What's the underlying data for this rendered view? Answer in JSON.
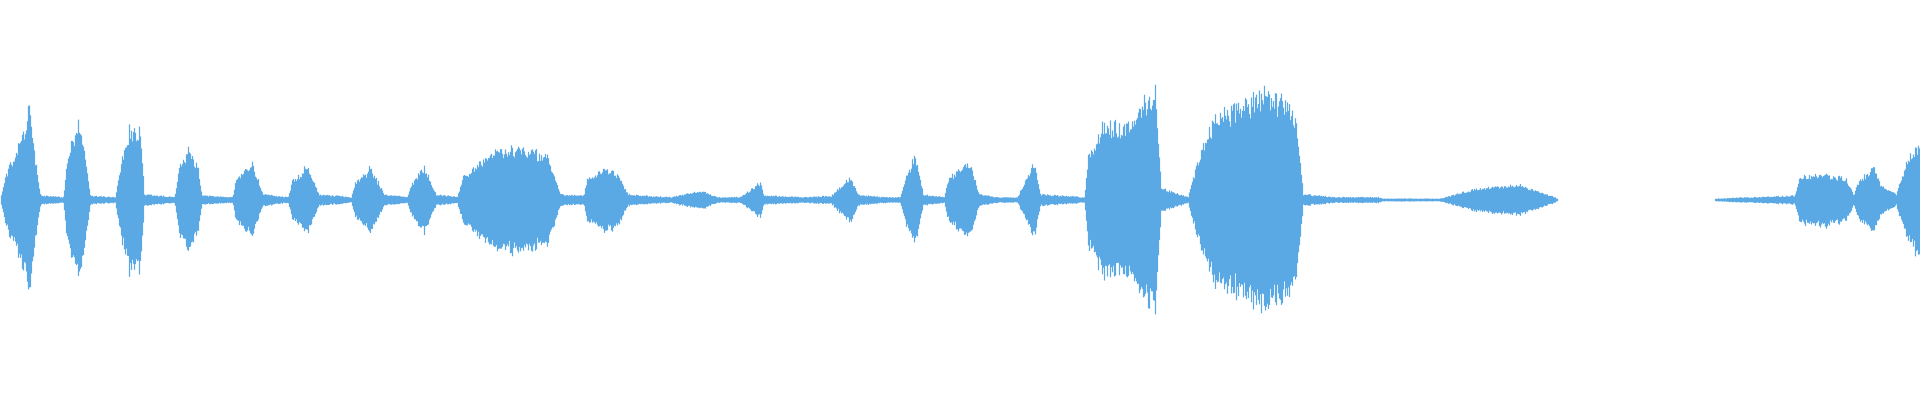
{
  "waveform": {
    "color": "#5aa8e4",
    "background": "#ffffff",
    "amplitude_envelope": [
      [
        0.0,
        0.0
      ],
      [
        0.003,
        0.18
      ],
      [
        0.008,
        0.32
      ],
      [
        0.012,
        0.45
      ],
      [
        0.0155,
        0.62
      ],
      [
        0.018,
        0.3
      ],
      [
        0.021,
        0.03
      ],
      [
        0.033,
        0.02
      ],
      [
        0.035,
        0.3
      ],
      [
        0.041,
        0.56
      ],
      [
        0.045,
        0.22
      ],
      [
        0.047,
        0.03
      ],
      [
        0.06,
        0.02
      ],
      [
        0.062,
        0.2
      ],
      [
        0.067,
        0.48
      ],
      [
        0.073,
        0.5
      ],
      [
        0.075,
        0.04
      ],
      [
        0.091,
        0.02
      ],
      [
        0.093,
        0.22
      ],
      [
        0.098,
        0.33
      ],
      [
        0.103,
        0.24
      ],
      [
        0.105,
        0.03
      ],
      [
        0.121,
        0.02
      ],
      [
        0.123,
        0.14
      ],
      [
        0.131,
        0.25
      ],
      [
        0.137,
        0.04
      ],
      [
        0.15,
        0.02
      ],
      [
        0.152,
        0.12
      ],
      [
        0.16,
        0.23
      ],
      [
        0.166,
        0.04
      ],
      [
        0.183,
        0.02
      ],
      [
        0.185,
        0.12
      ],
      [
        0.193,
        0.22
      ],
      [
        0.2,
        0.04
      ],
      [
        0.212,
        0.02
      ],
      [
        0.214,
        0.1
      ],
      [
        0.221,
        0.22
      ],
      [
        0.227,
        0.04
      ],
      [
        0.238,
        0.02
      ],
      [
        0.241,
        0.15
      ],
      [
        0.255,
        0.32
      ],
      [
        0.27,
        0.36
      ],
      [
        0.285,
        0.3
      ],
      [
        0.292,
        0.04
      ],
      [
        0.304,
        0.03
      ],
      [
        0.306,
        0.14
      ],
      [
        0.315,
        0.22
      ],
      [
        0.322,
        0.17
      ],
      [
        0.327,
        0.04
      ],
      [
        0.335,
        0.03
      ],
      [
        0.35,
        0.02
      ],
      [
        0.356,
        0.04
      ],
      [
        0.366,
        0.06
      ],
      [
        0.374,
        0.02
      ],
      [
        0.386,
        0.02
      ],
      [
        0.39,
        0.06
      ],
      [
        0.396,
        0.12
      ],
      [
        0.398,
        0.03
      ],
      [
        0.42,
        0.02
      ],
      [
        0.433,
        0.03
      ],
      [
        0.438,
        0.09
      ],
      [
        0.443,
        0.16
      ],
      [
        0.447,
        0.04
      ],
      [
        0.459,
        0.02
      ],
      [
        0.469,
        0.02
      ],
      [
        0.472,
        0.16
      ],
      [
        0.477,
        0.3
      ],
      [
        0.481,
        0.04
      ],
      [
        0.492,
        0.02
      ],
      [
        0.494,
        0.14
      ],
      [
        0.505,
        0.26
      ],
      [
        0.51,
        0.04
      ],
      [
        0.52,
        0.02
      ],
      [
        0.53,
        0.02
      ],
      [
        0.533,
        0.1
      ],
      [
        0.539,
        0.26
      ],
      [
        0.542,
        0.04
      ],
      [
        0.553,
        0.03
      ],
      [
        0.565,
        0.02
      ],
      [
        0.567,
        0.3
      ],
      [
        0.575,
        0.52
      ],
      [
        0.585,
        0.5
      ],
      [
        0.595,
        0.62
      ],
      [
        0.602,
        0.76
      ],
      [
        0.605,
        0.08
      ],
      [
        0.619,
        0.02
      ],
      [
        0.623,
        0.22
      ],
      [
        0.632,
        0.56
      ],
      [
        0.645,
        0.64
      ],
      [
        0.66,
        0.72
      ],
      [
        0.67,
        0.66
      ],
      [
        0.675,
        0.56
      ],
      [
        0.679,
        0.04
      ],
      [
        0.695,
        0.02
      ],
      [
        0.718,
        0.02
      ],
      [
        0.72,
        0.01
      ],
      [
        0.747,
        0.01
      ],
      [
        0.75,
        0.01
      ],
      [
        0.77,
        0.08
      ],
      [
        0.792,
        0.1
      ],
      [
        0.81,
        0.02
      ],
      [
        0.812,
        0.0
      ],
      [
        0.893,
        0.0
      ],
      [
        0.895,
        0.01
      ],
      [
        0.913,
        0.02
      ],
      [
        0.935,
        0.03
      ],
      [
        0.938,
        0.16
      ],
      [
        0.95,
        0.18
      ],
      [
        0.962,
        0.14
      ],
      [
        0.966,
        0.03
      ],
      [
        0.968,
        0.12
      ],
      [
        0.976,
        0.22
      ],
      [
        0.98,
        0.1
      ],
      [
        0.988,
        0.04
      ],
      [
        0.993,
        0.24
      ],
      [
        1.0,
        0.4
      ]
    ]
  }
}
